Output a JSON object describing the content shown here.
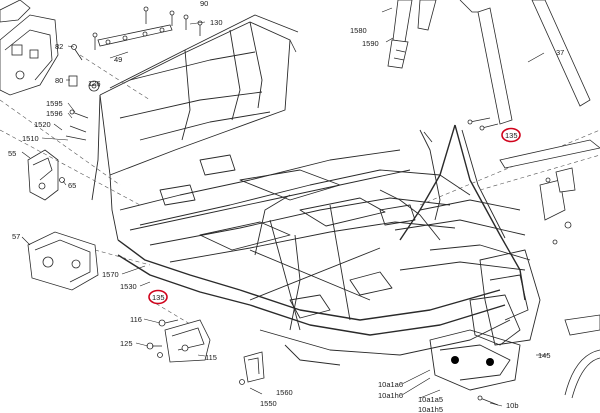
{
  "diagram": {
    "callouts": [
      "1580",
      "1590",
      "130",
      "49",
      "82",
      "80",
      "126",
      "1595",
      "1596",
      "1520",
      "1510",
      "55",
      "65",
      "57",
      "1570",
      "1530",
      "37",
      "116",
      "125",
      "115",
      "1560",
      "1550",
      "10a1a6",
      "10a1h6",
      "10a1a5",
      "10a1h5",
      "10b",
      "145",
      "90"
    ],
    "highlighted_callouts": [
      "135",
      "135"
    ],
    "highlight_color": "#d0021b"
  }
}
